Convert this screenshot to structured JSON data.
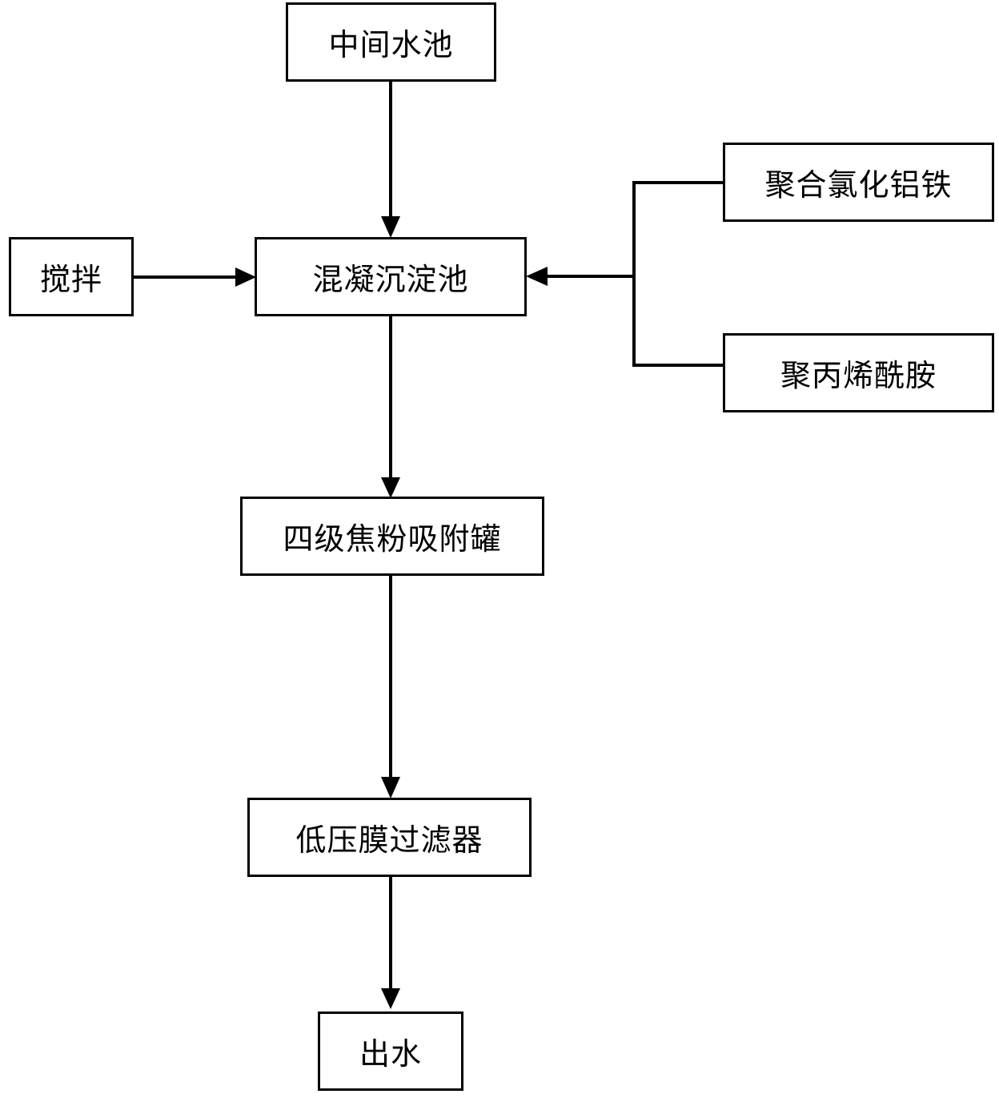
{
  "nodes": {
    "intermediate_pool": "中间水池",
    "stirring": "搅拌",
    "coagulation_sedimentation_tank": "混凝沉淀池",
    "pafc": "聚合氯化铝铁",
    "pam": "聚丙烯酰胺",
    "coke_powder_adsorption_tank": "四级焦粉吸附罐",
    "low_pressure_membrane_filter": "低压膜过滤器",
    "effluent": "出水"
  },
  "edges": [
    {
      "from": "中间水池",
      "to": "混凝沉淀池"
    },
    {
      "from": "搅拌",
      "to": "混凝沉淀池"
    },
    {
      "from": "聚合氯化铝铁",
      "to": "混凝沉淀池"
    },
    {
      "from": "聚丙烯酰胺",
      "to": "混凝沉淀池"
    },
    {
      "from": "混凝沉淀池",
      "to": "四级焦粉吸附罐"
    },
    {
      "from": "四级焦粉吸附罐",
      "to": "低压膜过滤器"
    },
    {
      "from": "低压膜过滤器",
      "to": "出水"
    }
  ],
  "colors": {
    "stroke": "#000000",
    "background": "#ffffff"
  }
}
